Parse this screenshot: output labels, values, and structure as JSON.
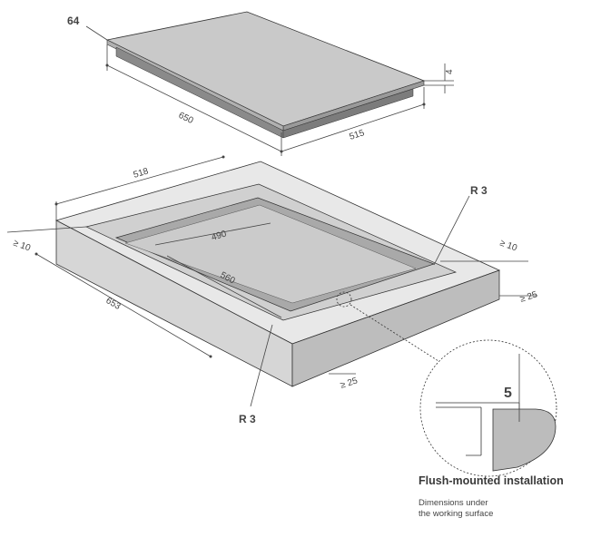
{
  "hob": {
    "width": "650",
    "depth": "515",
    "height": "64",
    "thickness": "4"
  },
  "cutout": {
    "outer_width": "518",
    "outer_length": "653",
    "inner_width": "490",
    "inner_length": "560",
    "radius_top": "R 3",
    "radius_bottom": "R 3",
    "min_left_top": "≥ 10",
    "min_right_top": "≥ 10",
    "min_right": "≥ 25",
    "min_bottom": "≥ 25"
  },
  "detail": {
    "depth": "5",
    "title": "Flush-mounted installation",
    "note_line1": "Dimensions under",
    "note_line2": "the working surface"
  },
  "colors": {
    "surface_light": "#e8e8e8",
    "surface_mid": "#d6d6d6",
    "surface_dark": "#bdbdbd",
    "hob_top": "#c9c9c9",
    "recess": "#cacaca",
    "line": "#444444"
  }
}
